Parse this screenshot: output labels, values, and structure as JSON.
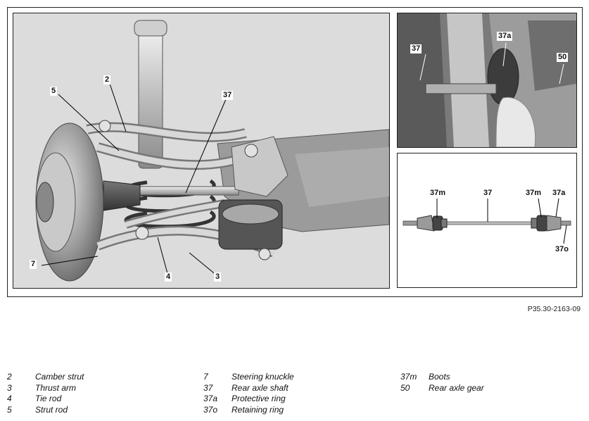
{
  "figure_code": "P35.30-2163-09",
  "callouts": {
    "main": [
      "2",
      "5",
      "37",
      "7",
      "4",
      "3"
    ],
    "detail": [
      "37",
      "37a",
      "50"
    ],
    "shaft": [
      "37m",
      "37",
      "37m",
      "37a",
      "37o"
    ]
  },
  "legend": [
    {
      "key": "2",
      "label": "Camber strut"
    },
    {
      "key": "3",
      "label": "Thrust arm"
    },
    {
      "key": "4",
      "label": "Tie rod"
    },
    {
      "key": "5",
      "label": "Strut rod"
    },
    {
      "key": "7",
      "label": "Steering knuckle"
    },
    {
      "key": "37",
      "label": "Rear axle shaft"
    },
    {
      "key": "37a",
      "label": "Protective ring"
    },
    {
      "key": "37o",
      "label": "Retaining ring"
    },
    {
      "key": "37m",
      "label": "Boots"
    },
    {
      "key": "50",
      "label": "Rear axle gear"
    }
  ]
}
